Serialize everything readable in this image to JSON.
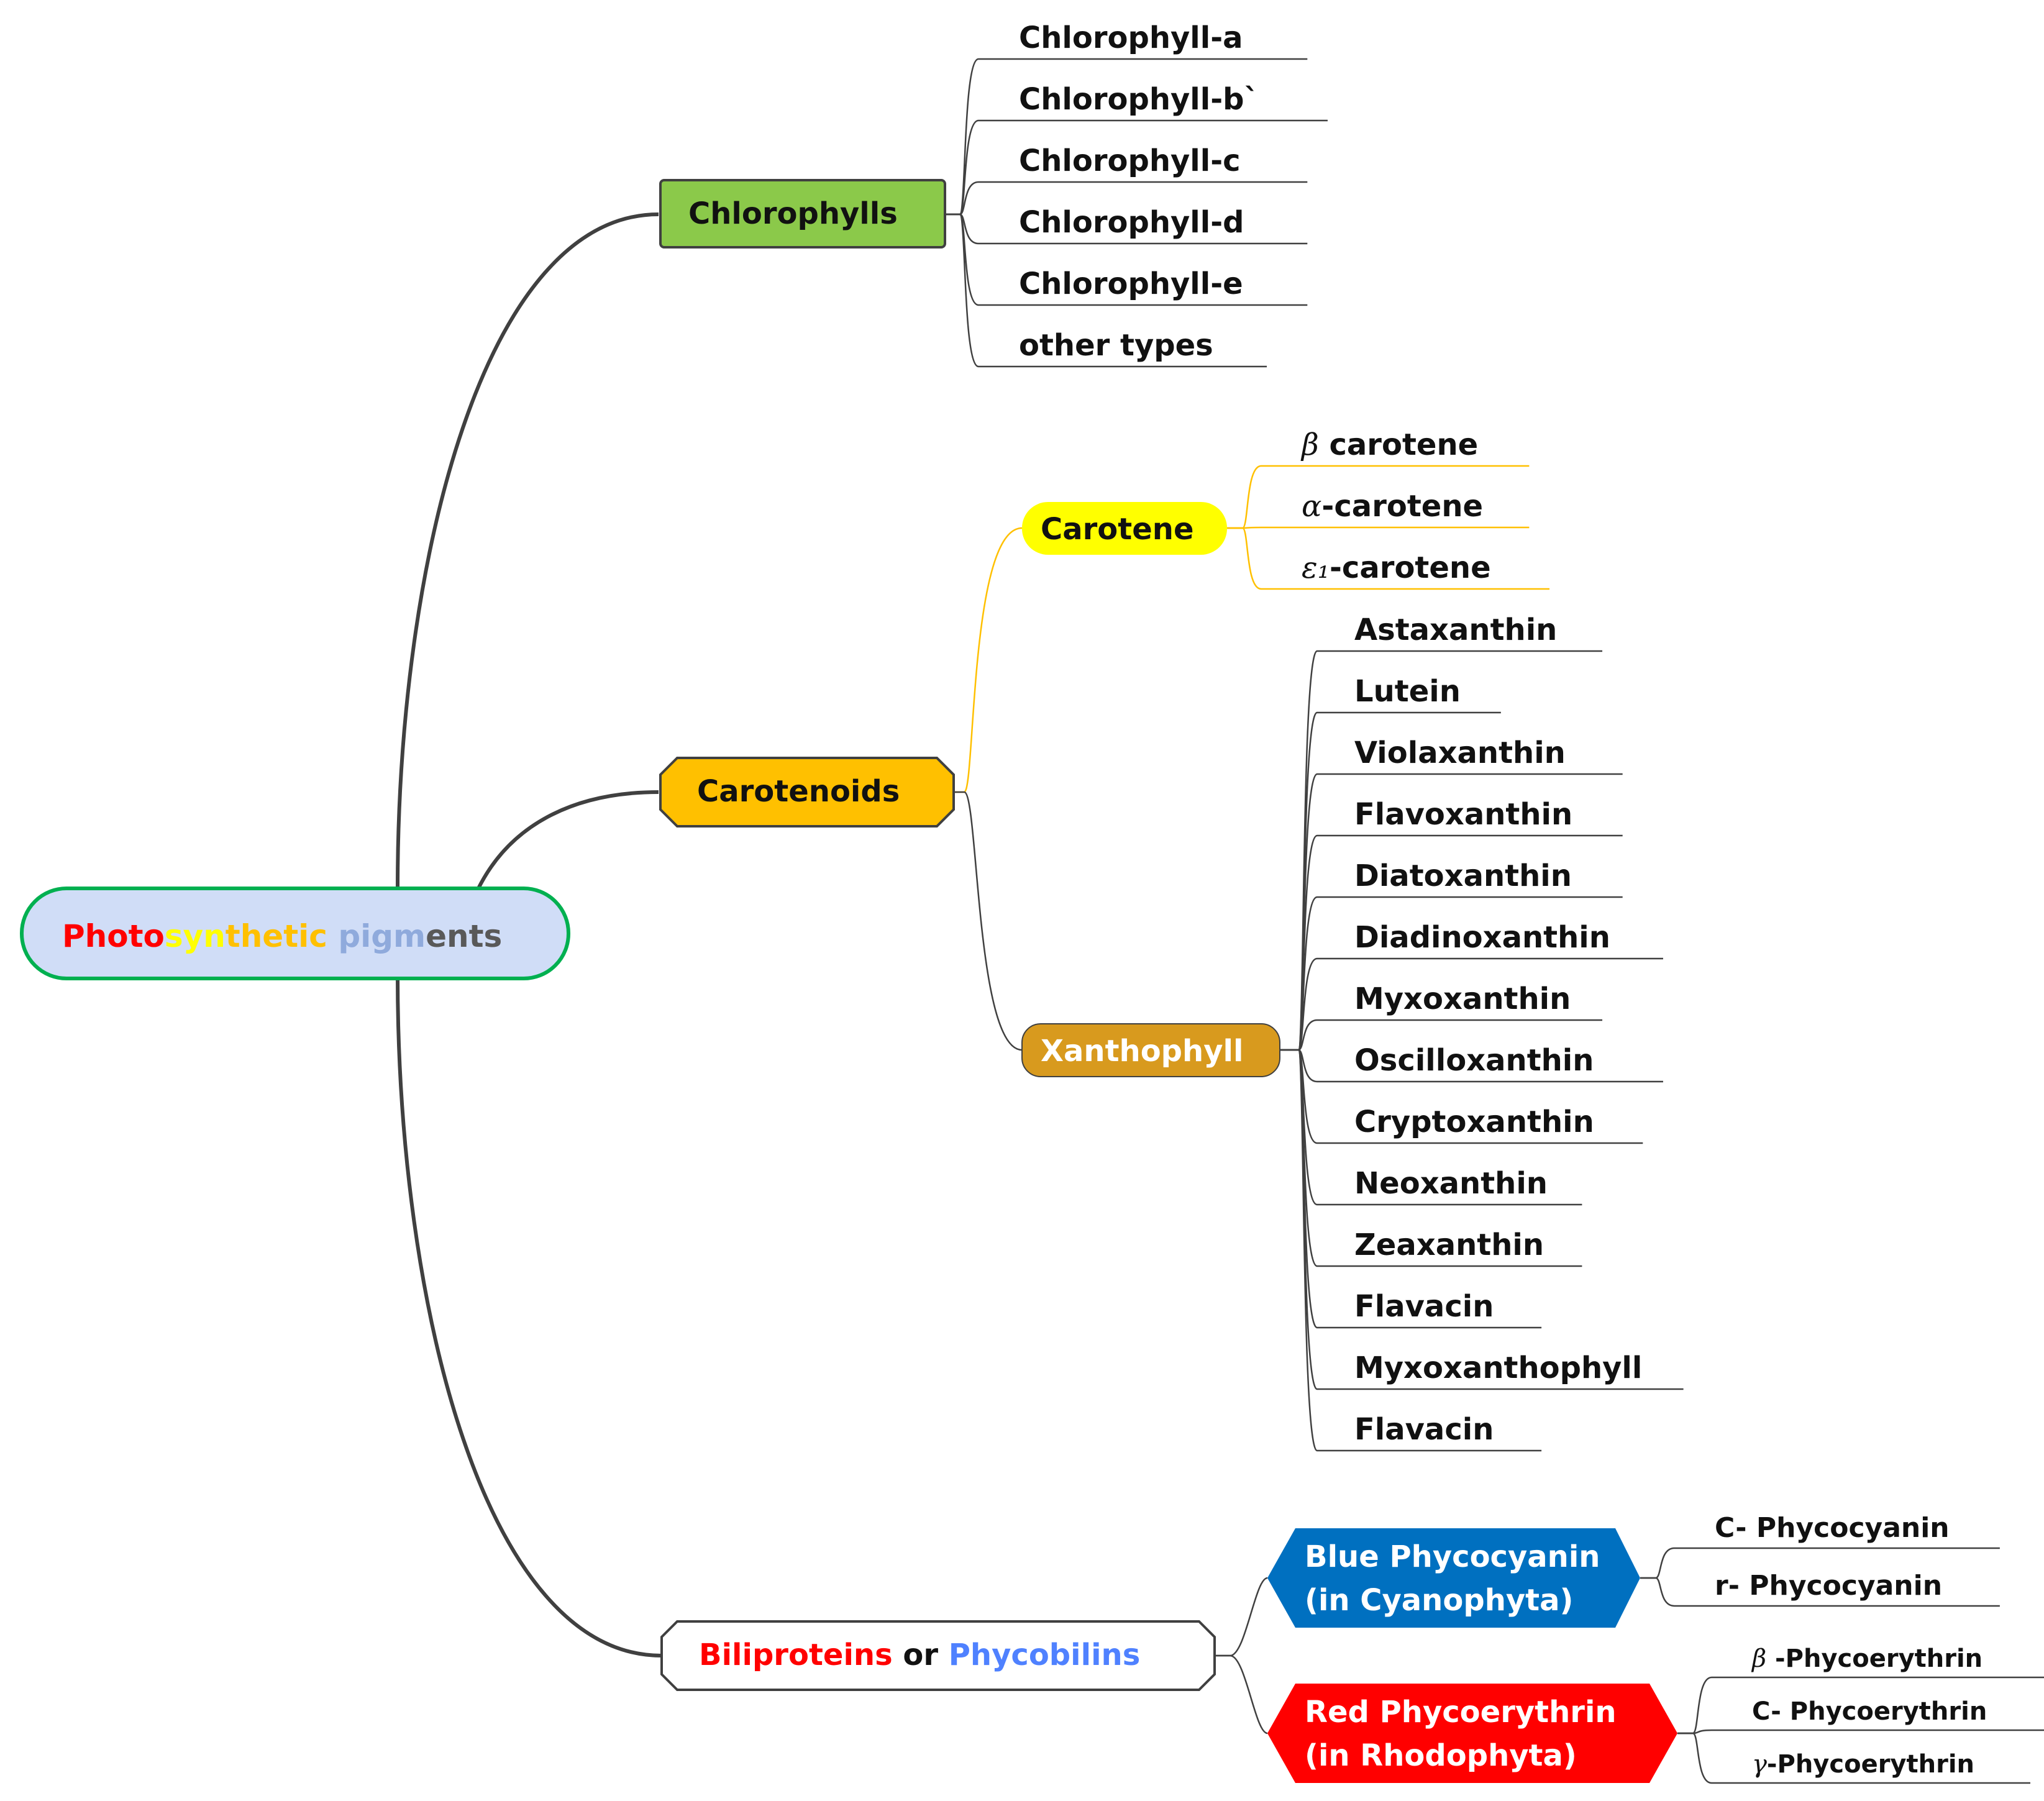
{
  "root": {
    "segments": [
      {
        "text": "Photo",
        "color": "#ff0000"
      },
      {
        "text": "syn",
        "color": "#ffff00"
      },
      {
        "text": "thetic",
        "color": "#ffc000"
      },
      {
        "text": " ",
        "color": "#ffffff"
      },
      {
        "text": "pigm",
        "color": "#8faadc"
      },
      {
        "text": "ents",
        "color": "#595959"
      }
    ],
    "fill": "#d0ddf7",
    "border": "#00b050"
  },
  "chlorophylls": {
    "label": "Chlorophylls",
    "fill": "#8bc94a",
    "items": [
      "Chlorophyll-a",
      "Chlorophyll-b`",
      "Chlorophyll-c",
      "Chlorophyll-d",
      "Chlorophyll-e",
      "other types"
    ]
  },
  "carotenoids": {
    "label": "Carotenoids",
    "fill": "#ffc000",
    "carotene": {
      "label": "Carotene",
      "fill": "#ffff00",
      "items": [
        {
          "sym": "β",
          "rest": " carotene"
        },
        {
          "sym": "α",
          "rest": "-carotene"
        },
        {
          "sym": "ε₁",
          "rest": "-carotene"
        }
      ]
    },
    "xanthophyll": {
      "label": "Xanthophyll",
      "fill": "#d89a1e",
      "items": [
        "Astaxanthin",
        "Lutein",
        "Violaxanthin",
        "Flavoxanthin",
        "Diatoxanthin",
        "Diadinoxanthin",
        "Myxoxanthin",
        "Oscilloxanthin",
        "Cryptoxanthin",
        "Neoxanthin",
        "Zeaxanthin",
        "Flavacin",
        "Myxoxanthophyll",
        "Flavacin"
      ]
    }
  },
  "biliproteins": {
    "label_a": "Biliproteins",
    "label_or": " or ",
    "label_b": "Phycobilins",
    "color_a": "#ff0000",
    "color_b": "#4f81ff",
    "blue": {
      "line1": "Blue Phycocyanin",
      "line2": "(in Cyanophyta)",
      "fill": "#0070c0",
      "items": [
        "C- Phycocyanin",
        "r- Phycocyanin"
      ]
    },
    "red": {
      "line1": "Red Phycoerythrin",
      "line2": "(in Rhodophyta)",
      "fill": "#ff0000",
      "items": [
        {
          "sym": "β",
          "rest": " -Phycoerythrin"
        },
        {
          "sym": "",
          "rest": "C- Phycoerythrin"
        },
        {
          "sym": "γ",
          "rest": "-Phycoerythrin"
        }
      ]
    }
  }
}
